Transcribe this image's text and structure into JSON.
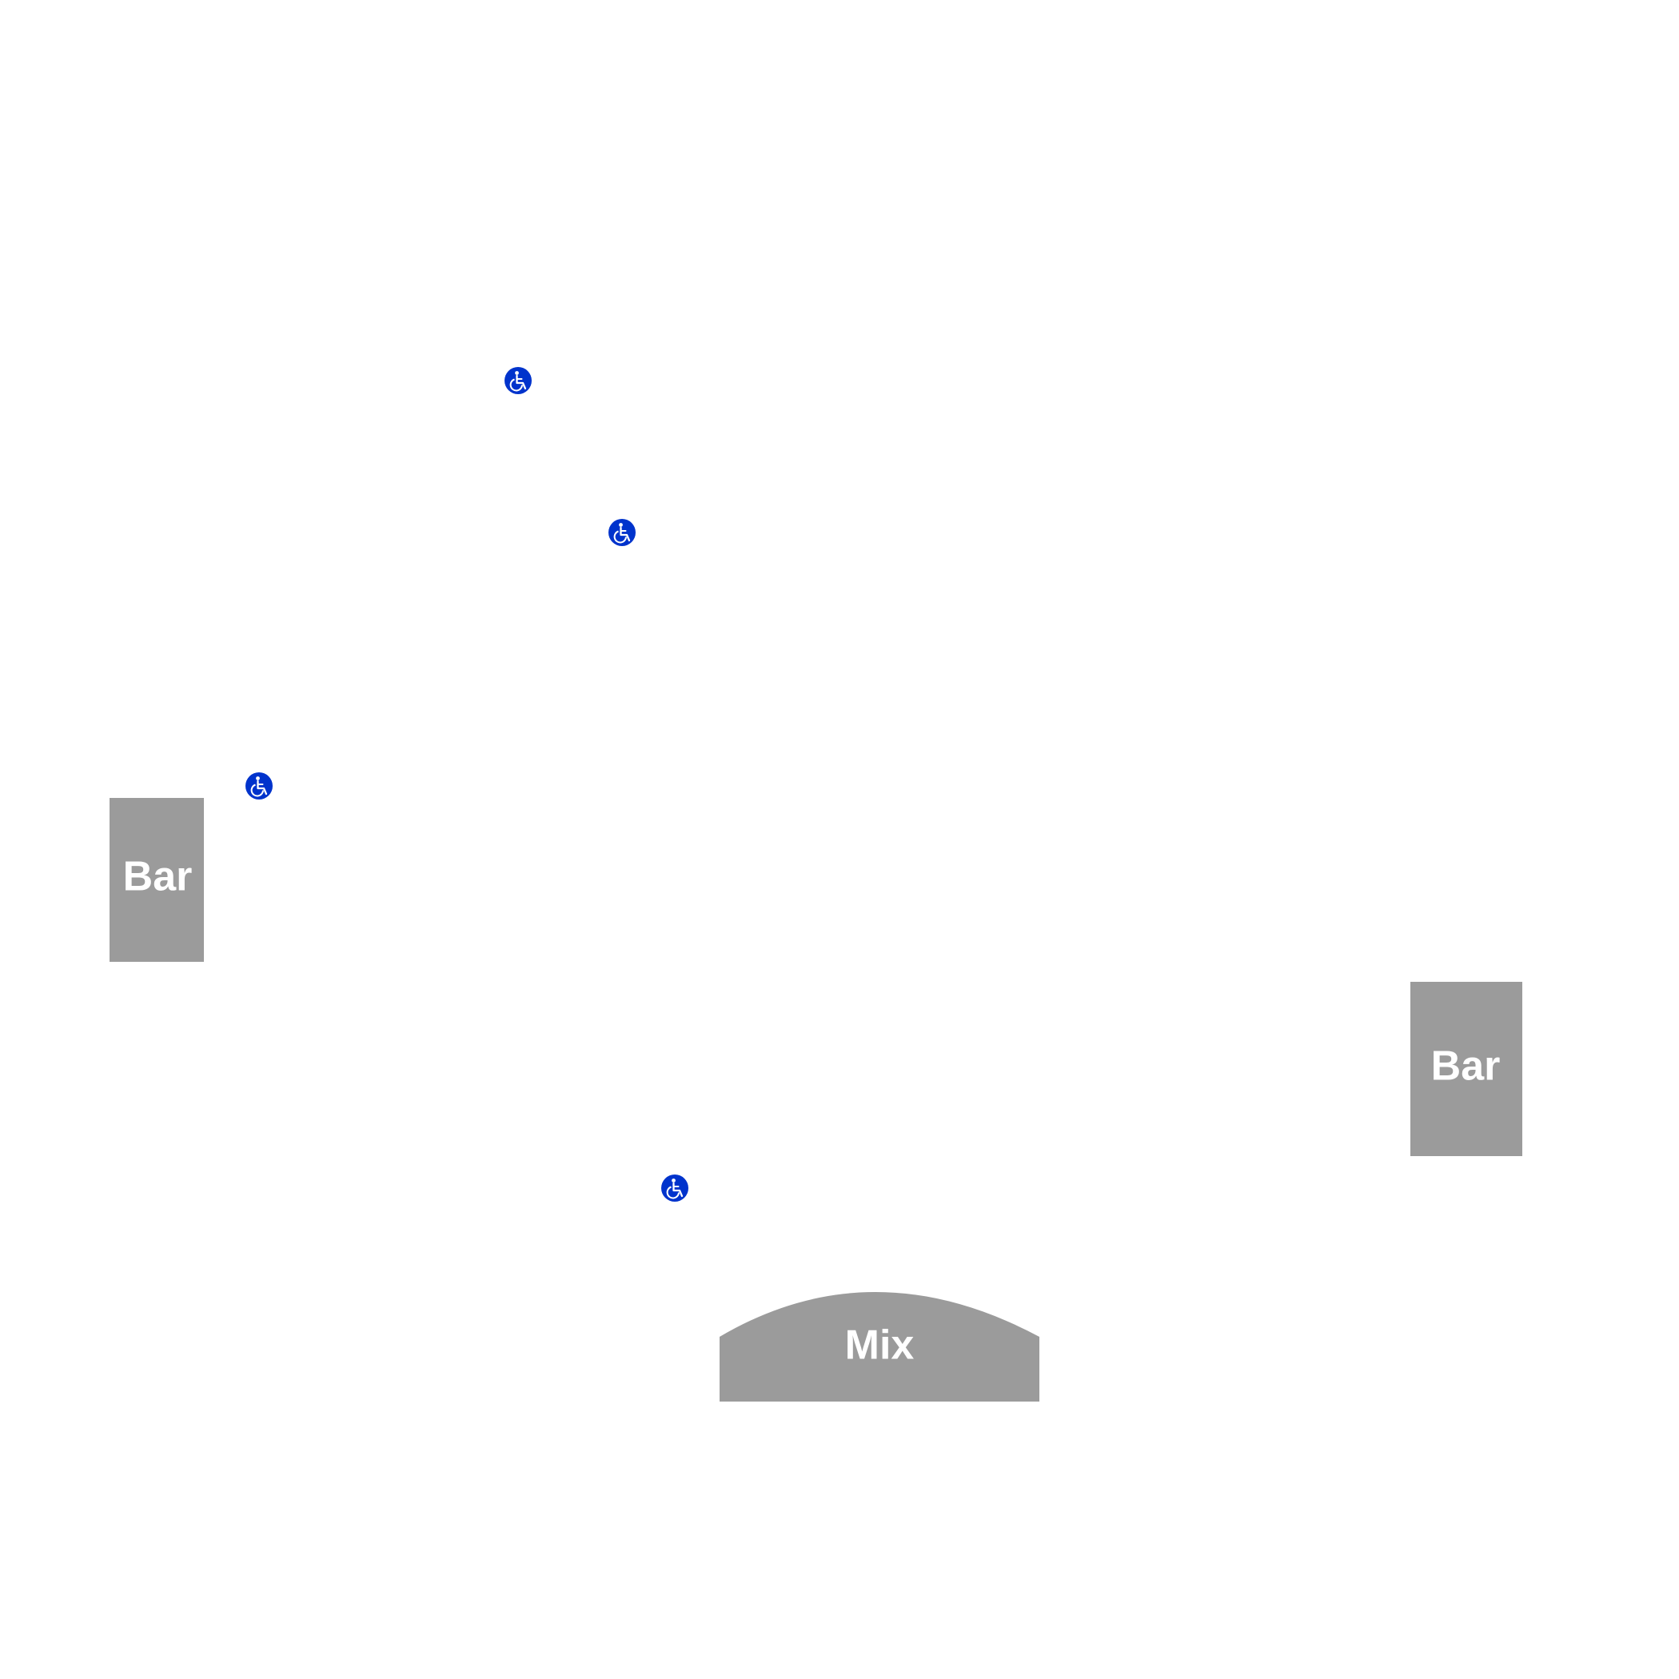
{
  "colors": {
    "background": "#ffffff",
    "venue_fill": "#9b9b9b",
    "venue_text": "#ffffff",
    "accessibility_blue": "#0033cc"
  },
  "venues": {
    "bar_left": {
      "label": "Bar"
    },
    "bar_right": {
      "label": "Bar"
    },
    "mix": {
      "label": "Mix"
    }
  },
  "accessibility_markers": [
    {
      "icon": "wheelchair-icon"
    },
    {
      "icon": "wheelchair-icon"
    },
    {
      "icon": "wheelchair-icon"
    },
    {
      "icon": "wheelchair-icon"
    }
  ]
}
